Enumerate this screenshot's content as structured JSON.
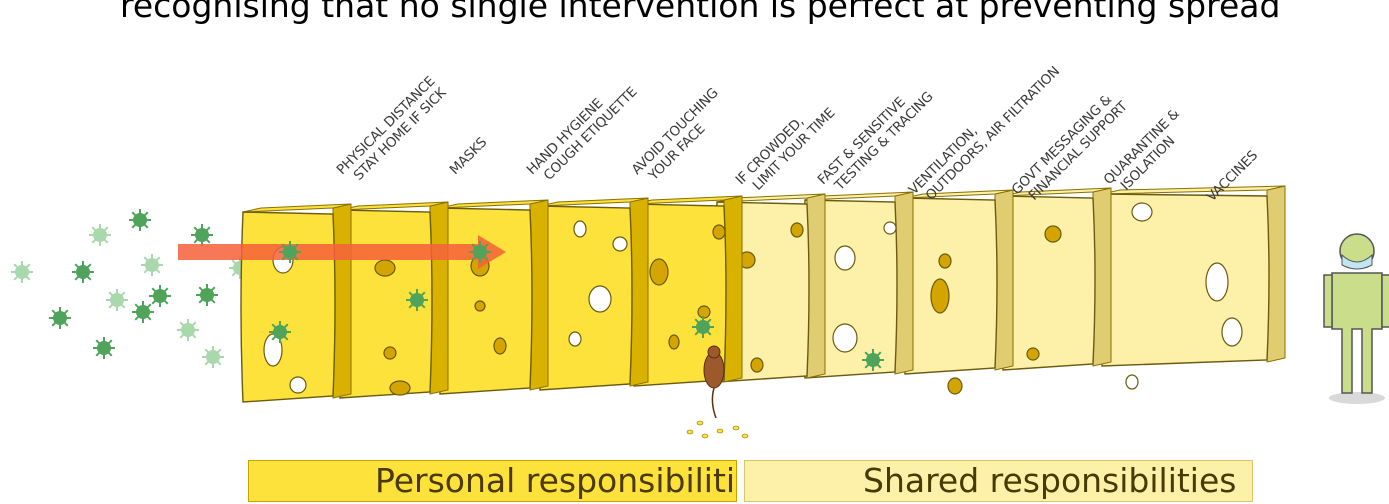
{
  "title": "recognising that no single intervention is perfect at preventing spread",
  "layers": [
    {
      "line1": "PHYSICAL DISTANCE",
      "line2": "STAY HOME IF SICK",
      "group": "personal"
    },
    {
      "line1": "MASKS",
      "line2": "",
      "group": "personal"
    },
    {
      "line1": "HAND HYGIENE",
      "line2": "COUGH ETIQUETTE",
      "group": "personal"
    },
    {
      "line1": "AVOID TOUCHING",
      "line2": "YOUR FACE",
      "group": "personal"
    },
    {
      "line1": "IF CROWDED,",
      "line2": "LIMIT YOUR TIME",
      "group": "personal"
    },
    {
      "line1": "FAST & SENSITIVE",
      "line2": "TESTING & TRACING",
      "group": "shared"
    },
    {
      "line1": "VENTILATION,",
      "line2": "OUTDOORS, AIR FILTRATION",
      "group": "shared"
    },
    {
      "line1": "GOVT MESSAGING &",
      "line2": "FINANCIAL SUPPORT",
      "group": "shared"
    },
    {
      "line1": "QUARANTINE &",
      "line2": "ISOLATION",
      "group": "shared"
    },
    {
      "line1": "VACCINES",
      "line2": "",
      "group": "shared"
    }
  ],
  "footer": {
    "personal": "Personal responsibilities",
    "shared": "Shared responsibilities"
  },
  "colors": {
    "personal_cheese": "#fde23c",
    "shared_cheese": "#fdf0a8",
    "hole": "#d4a500",
    "arrow": "#f4603a",
    "virus": "#6fbf73",
    "person": "#c9dd8a"
  },
  "icons": [
    "virus-icon",
    "arrow-icon",
    "mouse-icon",
    "person-icon",
    "mask-icon"
  ]
}
